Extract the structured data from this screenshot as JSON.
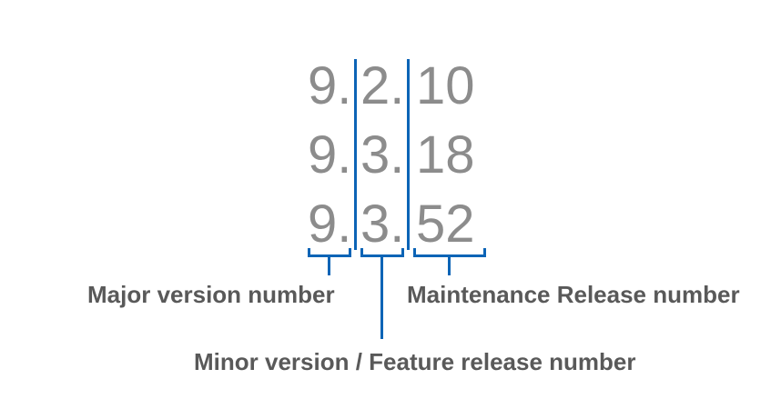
{
  "diagram": {
    "title_none": "",
    "versions": [
      {
        "major": "9.",
        "minor": "2.",
        "maintenance": "10"
      },
      {
        "major": "9.",
        "minor": "3.",
        "maintenance": "18"
      },
      {
        "major": "9.",
        "minor": "3.",
        "maintenance": "52"
      }
    ],
    "labels": {
      "major": "Major version number",
      "minor": "Minor version / Feature release number",
      "maintenance": "Maintenance Release number"
    },
    "colors": {
      "accent_blue": "#0C64B6",
      "number_gray": "#8C8C8C",
      "label_gray": "#595959",
      "background": "#FFFFFF"
    }
  }
}
